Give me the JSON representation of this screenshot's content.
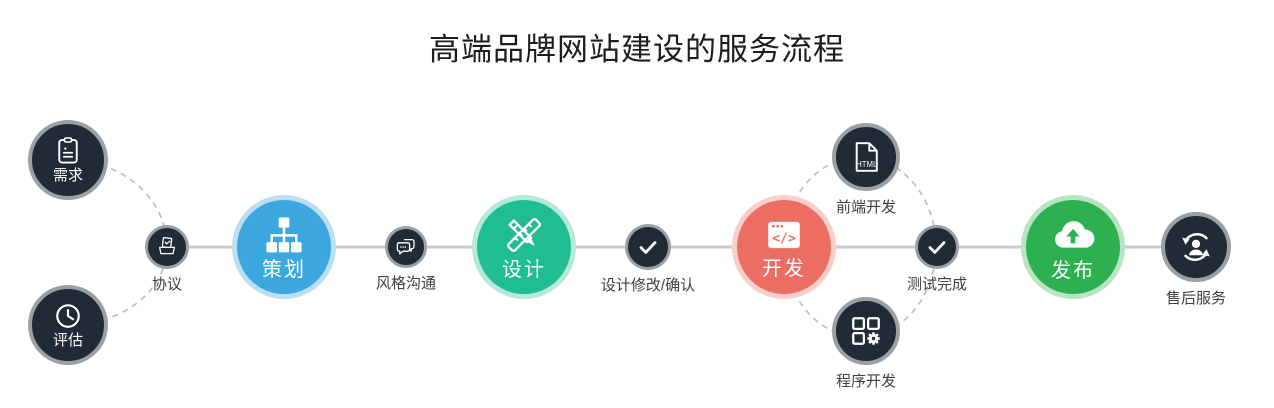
{
  "title": "高端品牌网站建设的服务流程",
  "colors": {
    "planning_blue": "#3ba7de",
    "design_teal": "#21bd92",
    "development_red": "#ec6e63",
    "publish_green": "#2db150",
    "dark_node": "#202b36",
    "node_ring_gray": "#9ba0a5",
    "flow_line": "#cbcbcb",
    "dashed_line": "#b9bcbe"
  },
  "nodes": [
    {
      "id": "requirement",
      "label": "需求",
      "icon": "document-list-icon"
    },
    {
      "id": "evaluation",
      "label": "评估",
      "icon": "clock-icon"
    },
    {
      "id": "agreement",
      "label": "协议",
      "icon": "contract-tray-icon"
    },
    {
      "id": "planning",
      "label": "策划",
      "icon": "sitemap-icon",
      "color": "#3ba7de"
    },
    {
      "id": "style-communication",
      "label": "风格沟通",
      "icon": "chat-bubbles-icon"
    },
    {
      "id": "design",
      "label": "设计",
      "icon": "pencil-ruler-icon",
      "color": "#21bd92"
    },
    {
      "id": "design-confirm",
      "label": "设计修改/确认",
      "icon": "check-icon"
    },
    {
      "id": "development",
      "label": "开发",
      "icon": "code-window-icon",
      "icon_text": "</>",
      "color": "#ec6e63"
    },
    {
      "id": "frontend-dev",
      "label": "前端开发",
      "icon": "html-file-icon",
      "icon_text": "HTML"
    },
    {
      "id": "backend-dev",
      "label": "程序开发",
      "icon": "modules-gear-icon"
    },
    {
      "id": "test-complete",
      "label": "测试完成",
      "icon": "check-icon"
    },
    {
      "id": "publish",
      "label": "发布",
      "icon": "cloud-upload-icon",
      "color": "#2db150"
    },
    {
      "id": "after-sales",
      "label": "售后服务",
      "icon": "customer-service-icon"
    }
  ]
}
